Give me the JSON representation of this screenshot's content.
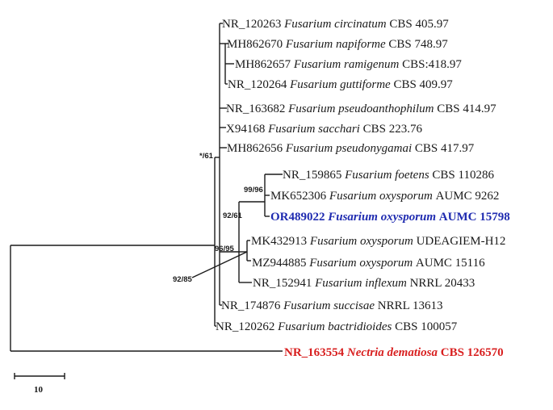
{
  "taxa": [
    {
      "acc": "NR_120263",
      "species": "Fusarium circinatum",
      "strain": "CBS 405.97",
      "color": "#1a1a1a",
      "bold": false
    },
    {
      "acc": "MH862670",
      "species": "Fusarium napiforme",
      "strain": "CBS 748.97",
      "color": "#1a1a1a",
      "bold": false
    },
    {
      "acc": "MH862657",
      "species": "Fusarium ramigenum",
      "strain": "CBS:418.97",
      "color": "#1a1a1a",
      "bold": false
    },
    {
      "acc": "NR_120264",
      "species": "Fusarium guttiforme",
      "strain": "CBS 409.97",
      "color": "#1a1a1a",
      "bold": false
    },
    {
      "acc": "NR_163682",
      "species": "Fusarium pseudoanthophilum",
      "strain": "CBS 414.97",
      "color": "#1a1a1a",
      "bold": false
    },
    {
      "acc": "X94168",
      "species": "Fusarium sacchari",
      "strain": "CBS 223.76",
      "color": "#1a1a1a",
      "bold": false
    },
    {
      "acc": "MH862656",
      "species": "Fusarium pseudonygamai",
      "strain": "CBS 417.97",
      "color": "#1a1a1a",
      "bold": false
    },
    {
      "acc": "NR_159865",
      "species": "Fusarium foetens",
      "strain": "CBS 110286",
      "color": "#1a1a1a",
      "bold": false
    },
    {
      "acc": "MK652306",
      "species": "Fusarium oxysporum",
      "strain": "AUMC 9262",
      "color": "#1a1a1a",
      "bold": false
    },
    {
      "acc": "OR489022",
      "species": "Fusarium oxysporum",
      "strain": "AUMC 15798",
      "color": "#1f2bb0",
      "bold": true
    },
    {
      "acc": "MK432913",
      "species": "Fusarium oxysporum",
      "strain": "UDEAGIEM-H12",
      "color": "#1a1a1a",
      "bold": false
    },
    {
      "acc": "MZ944885",
      "species": "Fusarium oxysporum",
      "strain": "AUMC 15116",
      "color": "#1a1a1a",
      "bold": false
    },
    {
      "acc": "NR_152941",
      "species": "Fusarium inflexum",
      "strain": "NRRL 20433",
      "color": "#1a1a1a",
      "bold": false
    },
    {
      "acc": "NR_174876",
      "species": "Fusarium succisae",
      "strain": "NRRL 13613",
      "color": "#1a1a1a",
      "bold": false
    },
    {
      "acc": "NR_120262",
      "species": "Fusarium bactridioides",
      "strain": "CBS 100057",
      "color": "#1a1a1a",
      "bold": false
    },
    {
      "acc": "NR_163554",
      "species": "Nectria dematiosa",
      "strain": "CBS 126570",
      "color": "#d81f1f",
      "bold": true
    }
  ],
  "support_values": [
    "*/61",
    "99/96",
    "92/61",
    "96/95",
    "92/85"
  ],
  "scale_bar": {
    "label": "10"
  }
}
